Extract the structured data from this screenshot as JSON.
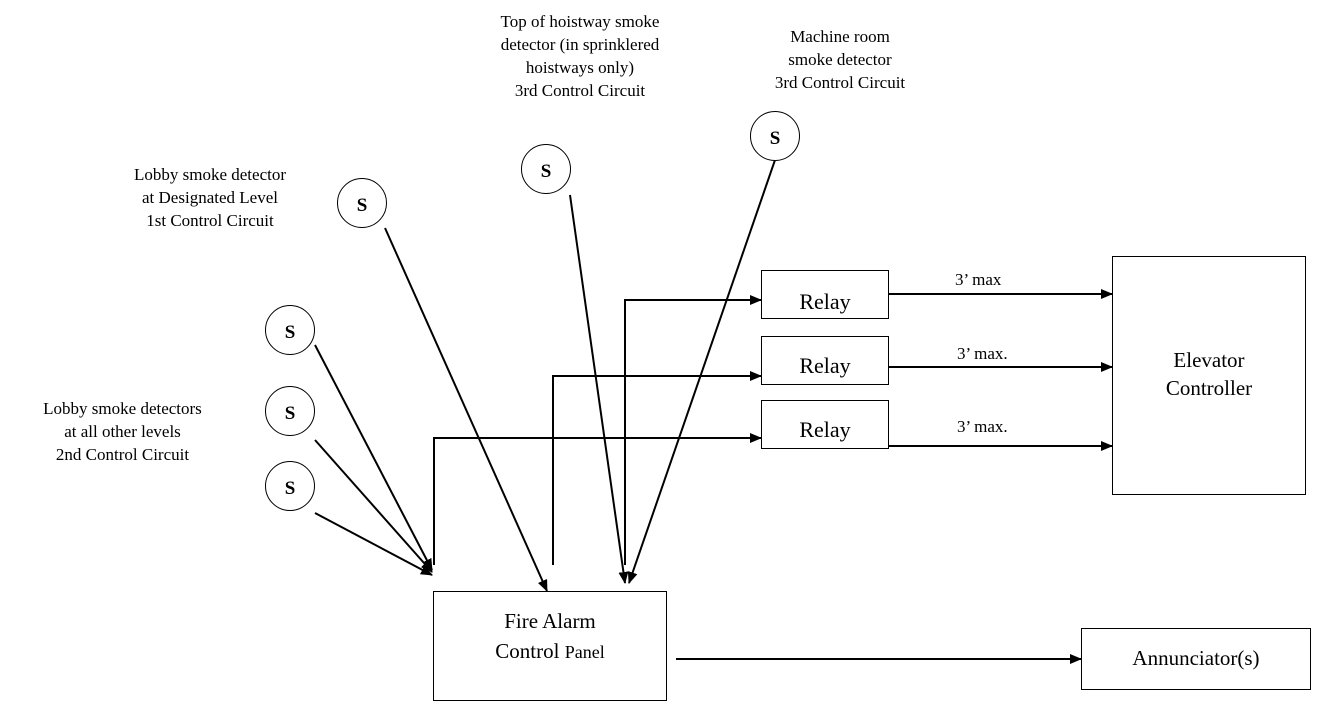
{
  "labels": {
    "top_hoistway": [
      "Top of hoistway smoke",
      "detector (in sprinklered",
      "hoistways only)",
      "3rd Control Circuit"
    ],
    "machine_room": [
      "Machine room",
      "smoke detector",
      "3rd Control Circuit"
    ],
    "lobby_designated": [
      "Lobby smoke detector",
      "at Designated Level",
      "1st Control Circuit"
    ],
    "lobby_other": [
      "Lobby smoke detectors",
      "at all other levels",
      "2nd Control Circuit"
    ]
  },
  "detector_symbol": "S",
  "relays": [
    {
      "label": "Relay",
      "distance": "3’ max"
    },
    {
      "label": "Relay",
      "distance": "3’ max."
    },
    {
      "label": "Relay",
      "distance": "3’ max."
    }
  ],
  "elevator_controller": [
    "Elevator",
    "Controller"
  ],
  "fire_alarm_panel": {
    "line1": "Fire Alarm",
    "line2a": "Control ",
    "line2b": "Panel"
  },
  "annunciator": "Annunciator(s)"
}
